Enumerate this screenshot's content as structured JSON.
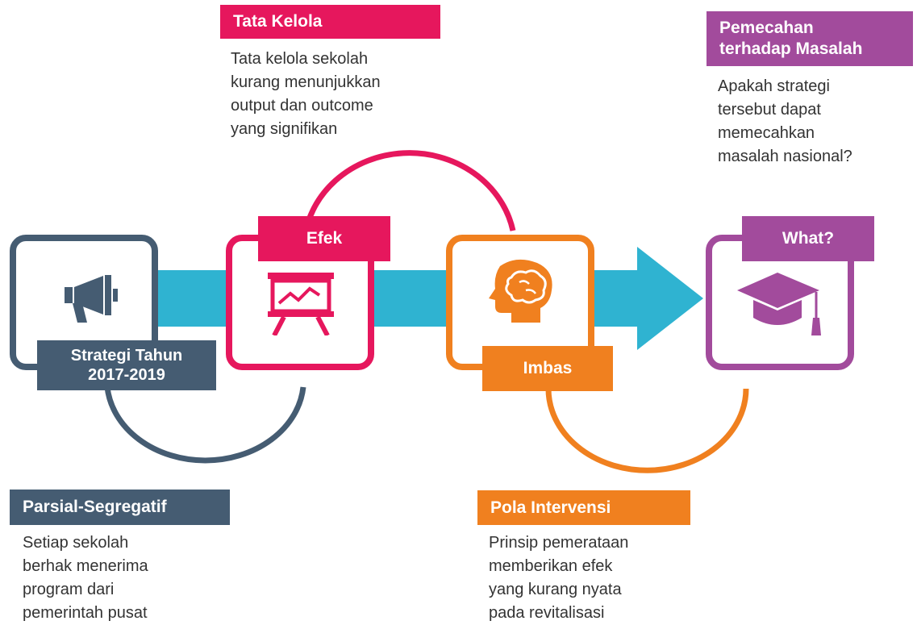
{
  "colors": {
    "slate": "#455C72",
    "crimson": "#E6175D",
    "orange": "#F0801F",
    "purple": "#A24B9C",
    "arrow": "#2FB3D1"
  },
  "nodes": [
    {
      "label": "Strategi Tahun\n2017-2019",
      "icon": "megaphone-icon",
      "color": "slate"
    },
    {
      "label": "Efek",
      "icon": "presentation-chart-icon",
      "color": "crimson"
    },
    {
      "label": "Imbas",
      "icon": "brain-head-icon",
      "color": "orange"
    },
    {
      "label": "What?",
      "icon": "graduation-cap-icon",
      "color": "purple"
    }
  ],
  "notes": [
    {
      "heading": "Parsial-Segregatif",
      "text": "Setiap sekolah\nberhak menerima\nprogram dari\npemerintah pusat"
    },
    {
      "heading": "Tata Kelola",
      "text": "Tata kelola sekolah\nkurang menunjukkan\noutput dan outcome\nyang signifikan"
    },
    {
      "heading": "Pola Intervensi",
      "text": "Prinsip pemerataan\nmemberikan efek\nyang kurang nyata\npada revitalisasi"
    },
    {
      "heading": "Pemecahan\nterhadap Masalah",
      "text": "Apakah strategi\ntersebut dapat\nmemecahkan\nmasalah nasional?"
    }
  ]
}
